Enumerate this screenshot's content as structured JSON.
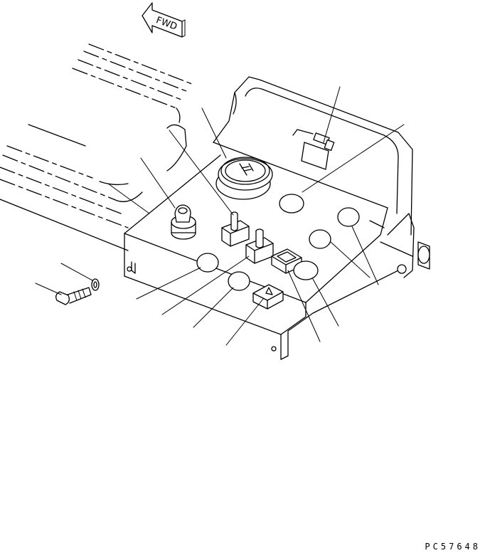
{
  "direction_arrow": {
    "label": "FWD"
  },
  "panel_icons": {
    "horn_button_symbol": "horn-symbol",
    "hazard_switch_symbol": "hazard-triangle"
  },
  "drawing_code": "PC57648"
}
